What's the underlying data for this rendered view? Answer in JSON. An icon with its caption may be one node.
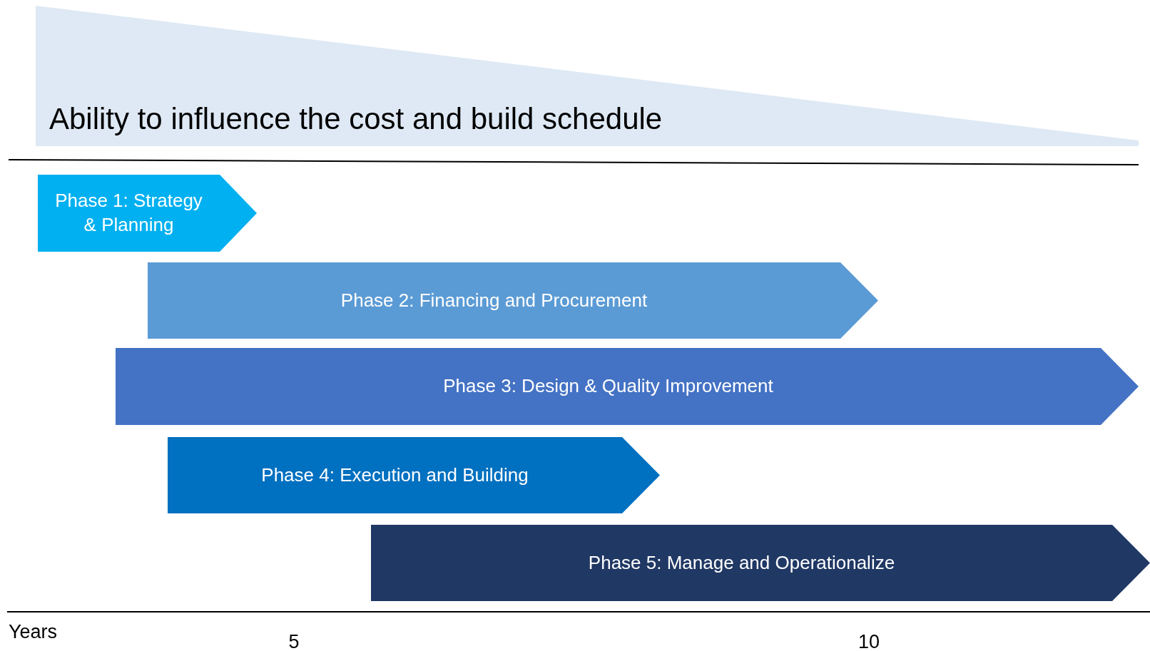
{
  "diagram": {
    "nodes": [
      {
        "text": [
          "Ability to influence the cost and build schedule"
        ]
      },
      {
        "text": [
          "Phase 1: Strategy & Planning"
        ]
      },
      {
        "text": [
          "Phase 2: Financing and Procurement"
        ]
      },
      {
        "text": [
          "Phase 3: Design & Quality Improvement"
        ]
      },
      {
        "text": [
          "Phase 4: Execution and Building"
        ]
      },
      {
        "text": [
          "Phase 5: Manage and Operationalize"
        ]
      }
    ],
    "labels": [
      "Years",
      "5",
      "10"
    ]
  }
}
